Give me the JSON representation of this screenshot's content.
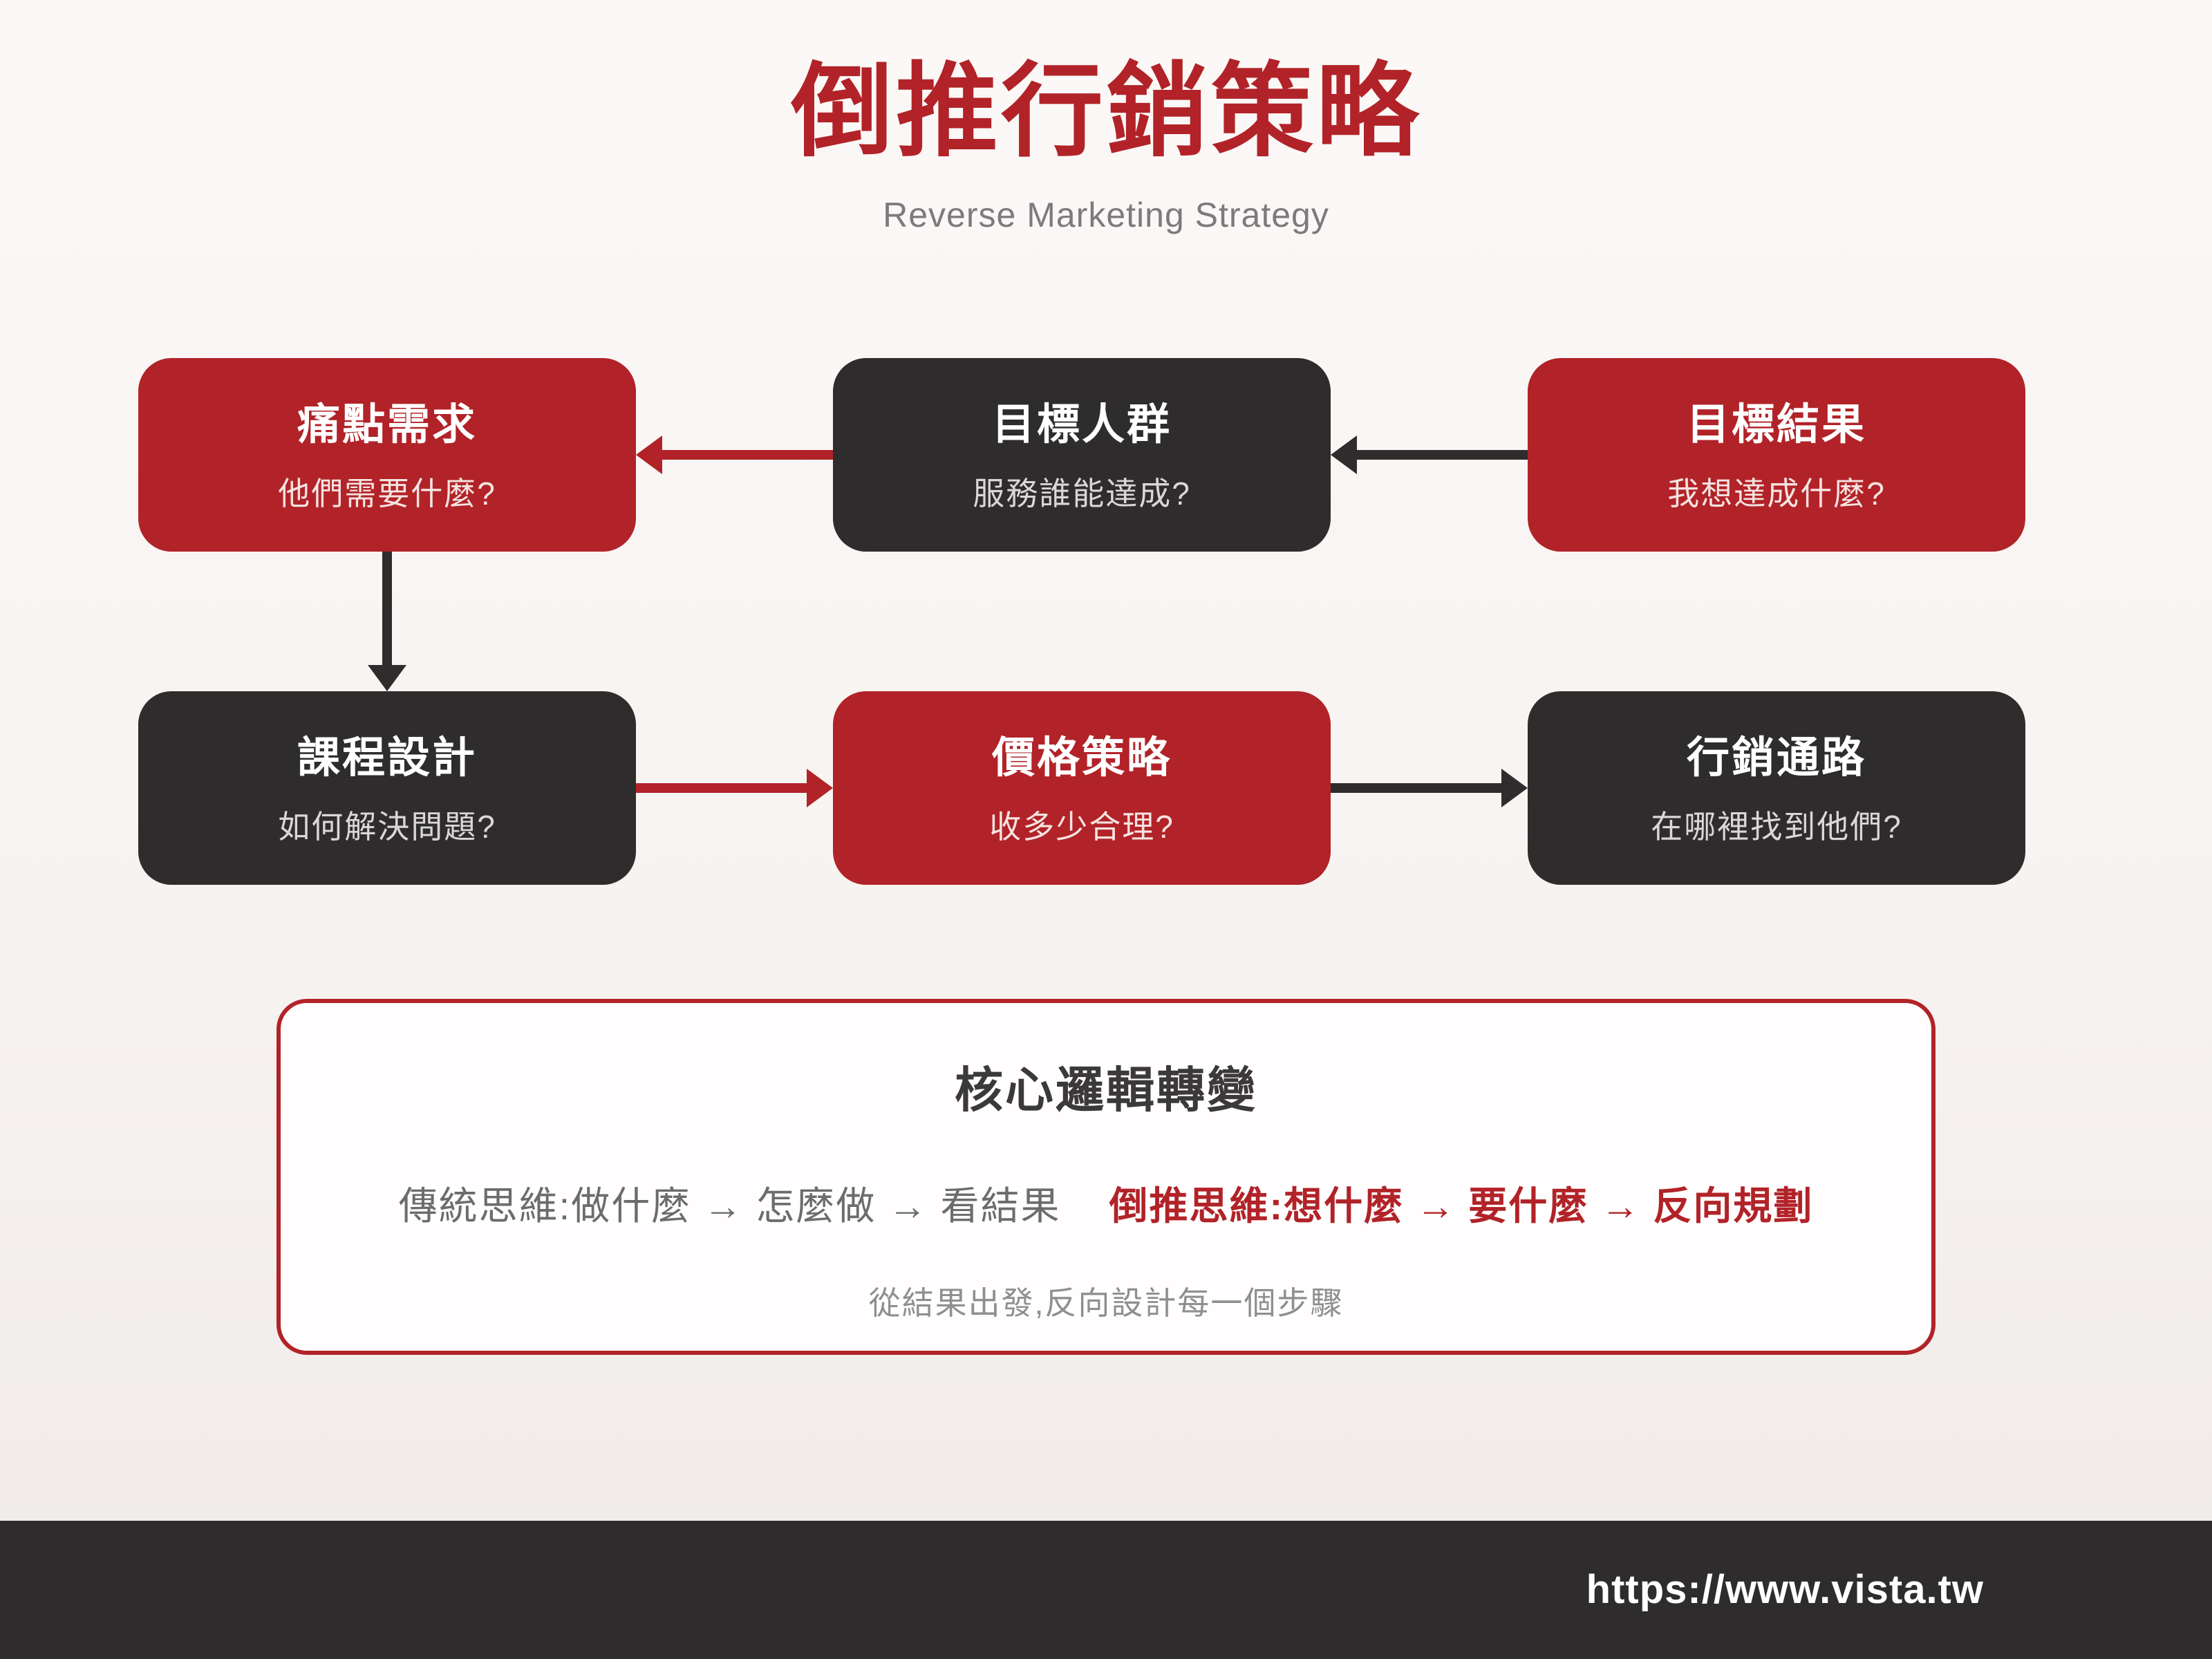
{
  "page": {
    "title": "倒推行銷策略",
    "subtitle": "Reverse Marketing Strategy"
  },
  "colors": {
    "accent_red": "#b12328",
    "dark": "#2e2c2c",
    "background": "#f7f3f1",
    "panel_background": "#fffdfd"
  },
  "flow": {
    "row1": [
      {
        "title": "痛點需求",
        "question": "他們需要什麼?",
        "variant": "red"
      },
      {
        "title": "目標人群",
        "question": "服務誰能達成?",
        "variant": "dark"
      },
      {
        "title": "目標結果",
        "question": "我想達成什麼?",
        "variant": "red"
      }
    ],
    "row2": [
      {
        "title": "課程設計",
        "question": "如何解決問題?",
        "variant": "dark"
      },
      {
        "title": "價格策略",
        "question": "收多少合理?",
        "variant": "red"
      },
      {
        "title": "行銷通路",
        "question": "在哪裡找到他們?",
        "variant": "dark"
      }
    ]
  },
  "core": {
    "title": "核心邏輯轉變",
    "traditional": "傳統思維:做什麼 → 怎麼做 → 看結果",
    "reverse": "倒推思維:想什麼 → 要什麼 → 反向規劃",
    "note": "從結果出發,反向設計每一個步驟"
  },
  "footer": {
    "url": "https://www.vista.tw"
  }
}
